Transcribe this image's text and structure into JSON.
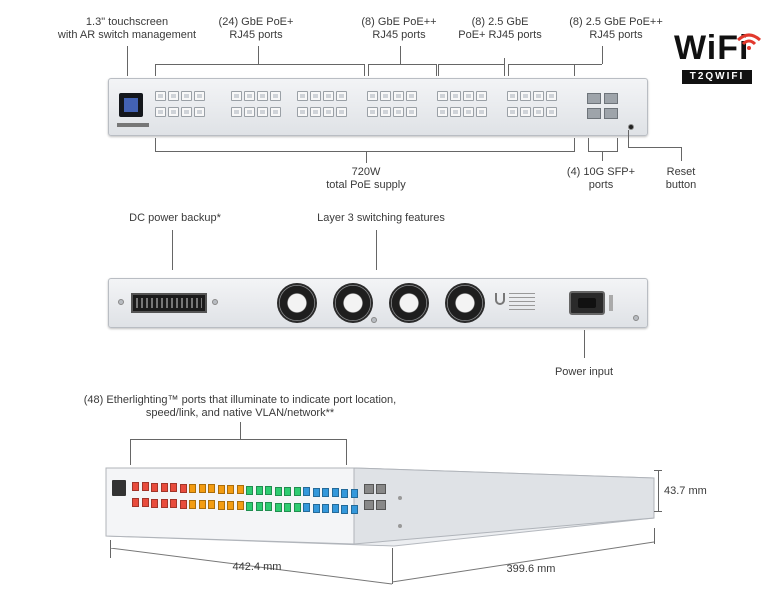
{
  "brand": {
    "logo_main": "WiFi",
    "logo_sub": "T2QWIFI"
  },
  "front_labels": {
    "touchscreen": "1.3\" touchscreen\nwith AR switch management",
    "gbe_poe": "(24) GbE PoE+\nRJ45 ports",
    "gbe_poepp": "(8) GbE PoE++\nRJ45 ports",
    "ge25_poe": "(8) 2.5 GbE\nPoE+ RJ45 ports",
    "ge25_poepp": "(8) 2.5 GbE PoE++\nRJ45 ports",
    "poe_supply": "720W\ntotal PoE supply",
    "sfp": "(4) 10G SFP+\nports",
    "reset": "Reset\nbutton"
  },
  "rear_labels": {
    "dc_backup": "DC power backup*",
    "layer3": "Layer 3 switching features",
    "power_input": "Power input"
  },
  "iso_labels": {
    "etherlighting": "(48) Etherlighting™ ports that illuminate to indicate port location,\nspeed/link, and native VLAN/network**",
    "height": "43.7 mm",
    "width": "442.4 mm",
    "depth": "399.6 mm"
  },
  "colors": {
    "etherlight": [
      "#e84c3d",
      "#f39c12",
      "#2ecc71",
      "#3498db"
    ],
    "accent": "#e2392d"
  }
}
